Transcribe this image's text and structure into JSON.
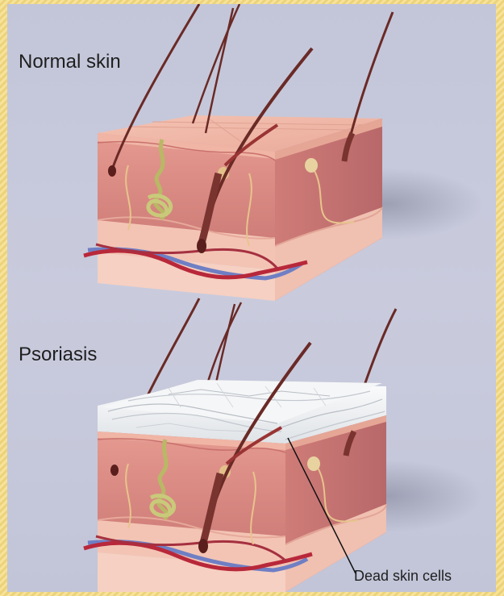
{
  "labels": {
    "normal_skin": "Normal skin",
    "psoriasis": "Psoriasis",
    "dead_skin_cells": "Dead skin cells"
  },
  "colors": {
    "background": "#c6c8db",
    "frame": "#f2dc8a",
    "skin_top": "#f0b8a8",
    "skin_front": "#d88882",
    "skin_side": "#c97674",
    "dermis_base": "#f3c4b4",
    "hair": "#6a2a26",
    "artery": "#b8283a",
    "vein": "#6f7fc4",
    "gland": "#c9c97a",
    "nerve": "#e7c48c",
    "scale": "#eef0f2"
  },
  "icons": [
    "normal-skin-block",
    "psoriasis-skin-block",
    "hair-icon",
    "sweat-gland-icon",
    "blood-vessel-icon",
    "skin-scale-layer"
  ]
}
